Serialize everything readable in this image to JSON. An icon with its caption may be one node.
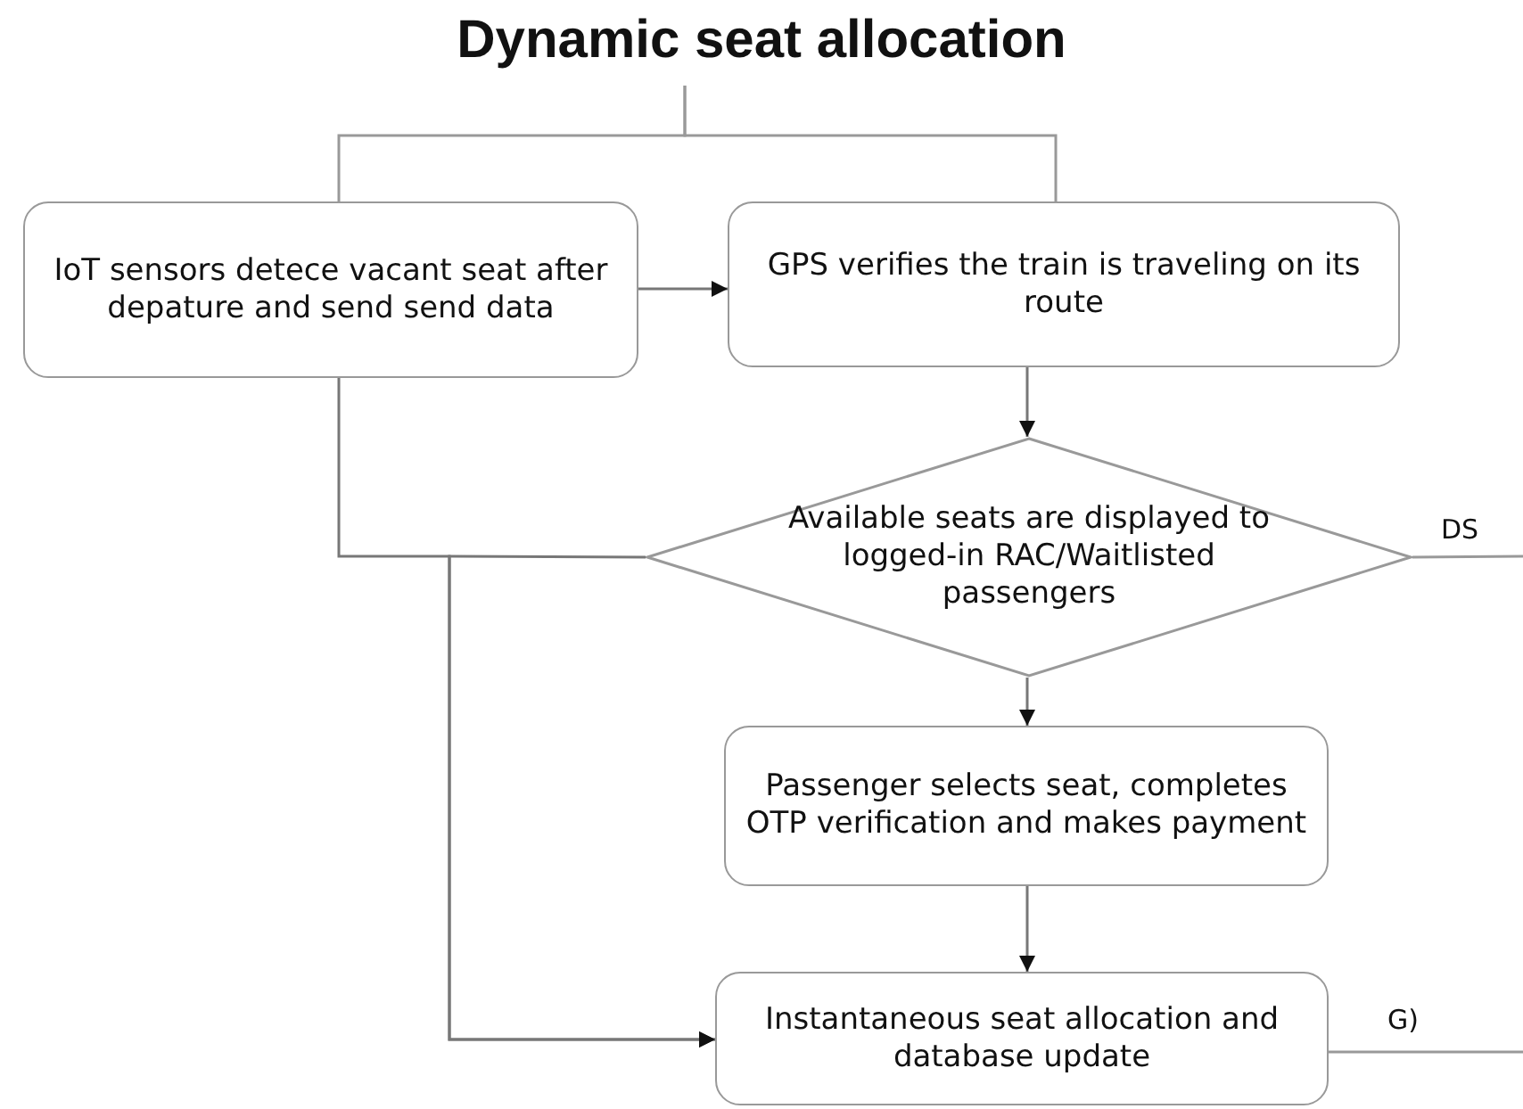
{
  "diagram": {
    "title": "Dynamic seat allocation",
    "nodes": [
      {
        "text": [
          "IoT sensors detece vacant seat after depature and send send data"
        ]
      },
      {
        "text": [
          "GPS verifies the train is traveling on its route"
        ]
      },
      {
        "text": [
          "Available seats are displayed to logged-in RAC/Waitlisted passengers"
        ]
      },
      {
        "text": [
          "Passenger selects seat, completes OTP verification and makes payment"
        ]
      },
      {
        "text": [
          "Instantaneous seat allocation and database update"
        ]
      }
    ],
    "edges": [
      {
        "from": null,
        "to": 0,
        "arrow": "none"
      },
      {
        "from": null,
        "to": 1,
        "arrow": "none"
      },
      {
        "from": 0,
        "to": 1,
        "arrow": "to"
      },
      {
        "from": 1,
        "to": 2,
        "arrow": "to"
      },
      {
        "from": 0,
        "to": 4,
        "arrow": "to"
      },
      {
        "from": 2,
        "to": 4,
        "arrow": "to"
      },
      {
        "from": 2,
        "to": null,
        "arrow": "none",
        "label": "DS"
      },
      {
        "from": 2,
        "to": 3,
        "arrow": "to"
      },
      {
        "from": 3,
        "to": 4,
        "arrow": "to"
      },
      {
        "from": 4,
        "to": null,
        "arrow": "none",
        "label": "G)"
      }
    ]
  }
}
